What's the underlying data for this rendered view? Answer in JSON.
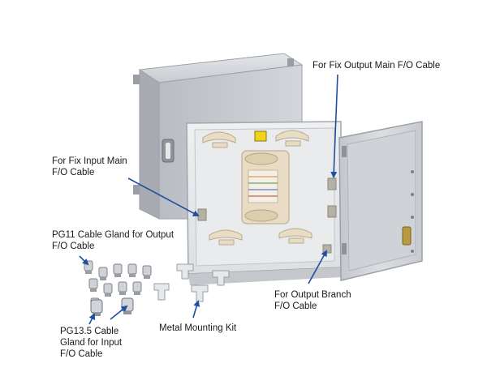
{
  "labels": {
    "fix_output_main": [
      "For Fix Output Main F/O Cable"
    ],
    "fix_input_main": [
      "For Fix Input Main",
      "F/O Cable"
    ],
    "pg11_gland": [
      "PG11 Cable Gland  for Output",
      "F/O Cable"
    ],
    "output_branch": [
      "For Output Branch",
      "F/O Cable"
    ],
    "pg135_gland": [
      "PG13.5 Cable",
      "Gland for Input",
      "F/O Cable"
    ],
    "mounting_kit": [
      "Metal Mounting Kit"
    ]
  },
  "colors": {
    "arrow": "#1f4fa0",
    "cabinet_body": "#c9ccd1",
    "cabinet_front": "#d8dbdf",
    "tray_beige": "#e8dcc4",
    "warning_label": "#f2d21a"
  }
}
